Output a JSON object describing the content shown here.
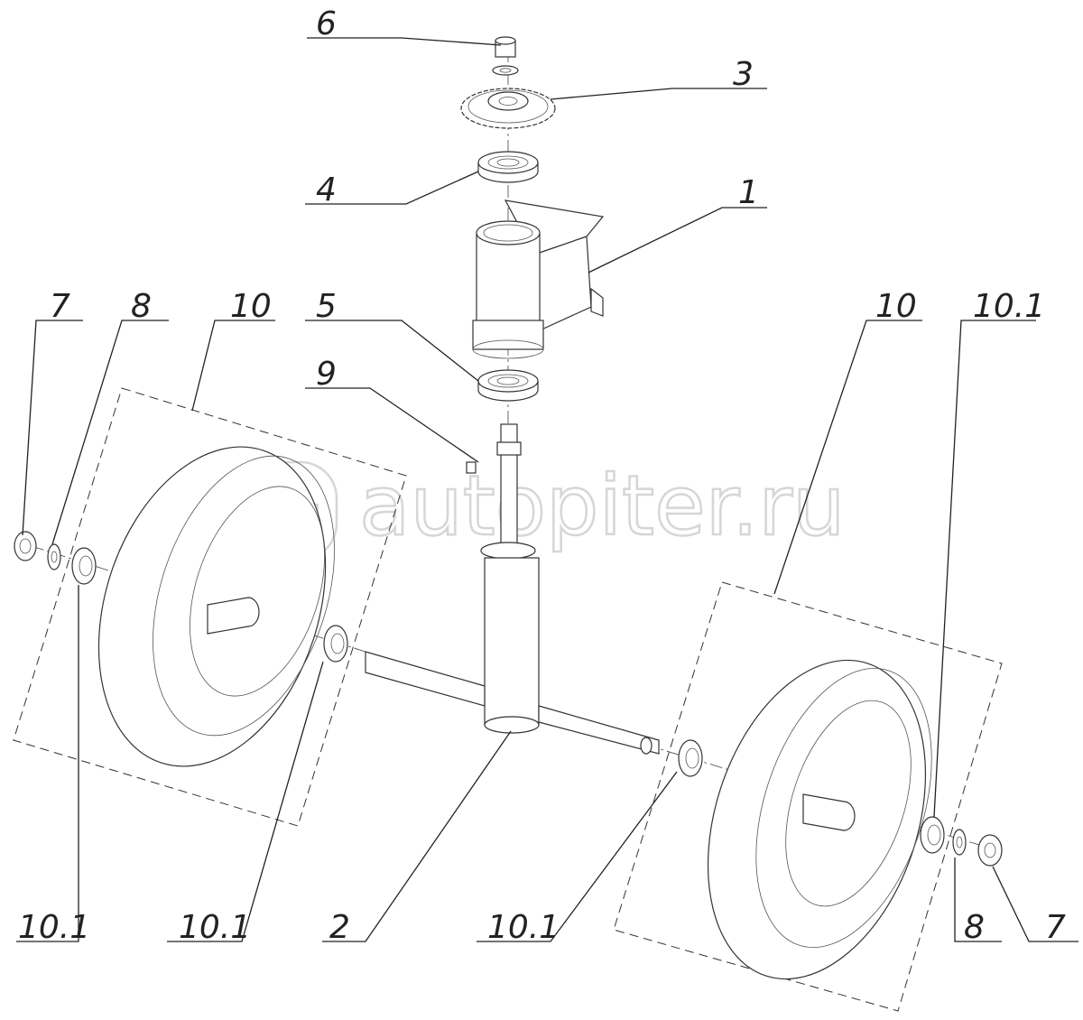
{
  "watermark": {
    "text": "autopiter.ru",
    "logo": "a>"
  },
  "callouts": {
    "c6": "6",
    "c3": "3",
    "c4": "4",
    "c1": "1",
    "c5": "5",
    "c9": "9",
    "c7_left": "7",
    "c8_left": "8",
    "c10_left": "10",
    "c10_right": "10",
    "c10_1_top_right": "10.1",
    "c10_1_bottom_1": "10.1",
    "c10_1_bottom_2": "10.1",
    "c2": "2",
    "c10_1_bottom_3": "10.1",
    "c8_right": "8",
    "c7_right": "7"
  }
}
